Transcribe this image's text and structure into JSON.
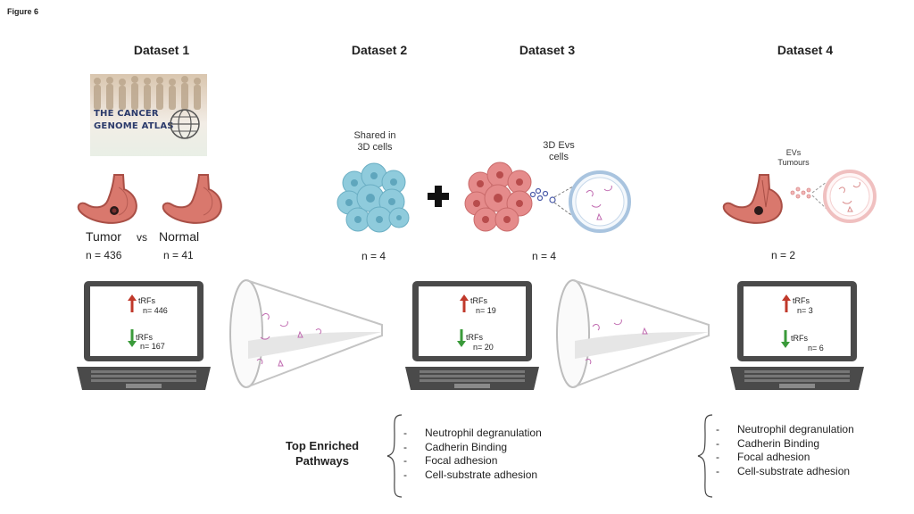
{
  "figure_label": "Figure 6",
  "datasets": [
    {
      "title": "Dataset 1",
      "logo_text": [
        "THE CANCER",
        "GENOME ATLAS"
      ],
      "conditions": [
        "Tumor",
        "vs",
        "Normal"
      ],
      "n_values": [
        "n = 436",
        "n = 41"
      ],
      "up": {
        "label": "tRFs",
        "count": "n= 446"
      },
      "down": {
        "label": "tRFs",
        "count": "n= 167"
      }
    },
    {
      "title": "Dataset 2",
      "sample_label": [
        "Shared in",
        "3D cells"
      ],
      "n_values": [
        "n = 4"
      ]
    },
    {
      "title": "Dataset 3",
      "sample_label": [
        "3D Evs",
        "cells"
      ],
      "n_values": [
        "n = 4"
      ],
      "up": {
        "label": "tRFs",
        "count": "n= 19"
      },
      "down": {
        "label": "tRFs",
        "count": "n= 20"
      }
    },
    {
      "title": "Dataset 4",
      "sample_label": [
        "EVs",
        "Tumours"
      ],
      "n_values": [
        "n = 2"
      ],
      "up": {
        "label": "tRFs",
        "count": "n= 3"
      },
      "down": {
        "label": "tRFs",
        "count": "n= 6"
      }
    }
  ],
  "pathways_title": [
    "Top Enriched",
    "Pathways"
  ],
  "pathways_left": [
    "Neutrophil degranulation",
    "Cadherin Binding",
    "Focal adhesion",
    "Cell-substrate adhesion"
  ],
  "pathways_right": [
    "Neutrophil degranulation",
    "Cadherin Binding",
    "Focal adhesion",
    "Cell-substrate adhesion"
  ],
  "colors": {
    "up_arrow": "#c0392b",
    "down_arrow": "#3a9a3a",
    "laptop": "#4a4a4a",
    "stomach": "#d9786d",
    "cells_blue": "#8fcbdc",
    "cells_red": "#e58b8b"
  }
}
